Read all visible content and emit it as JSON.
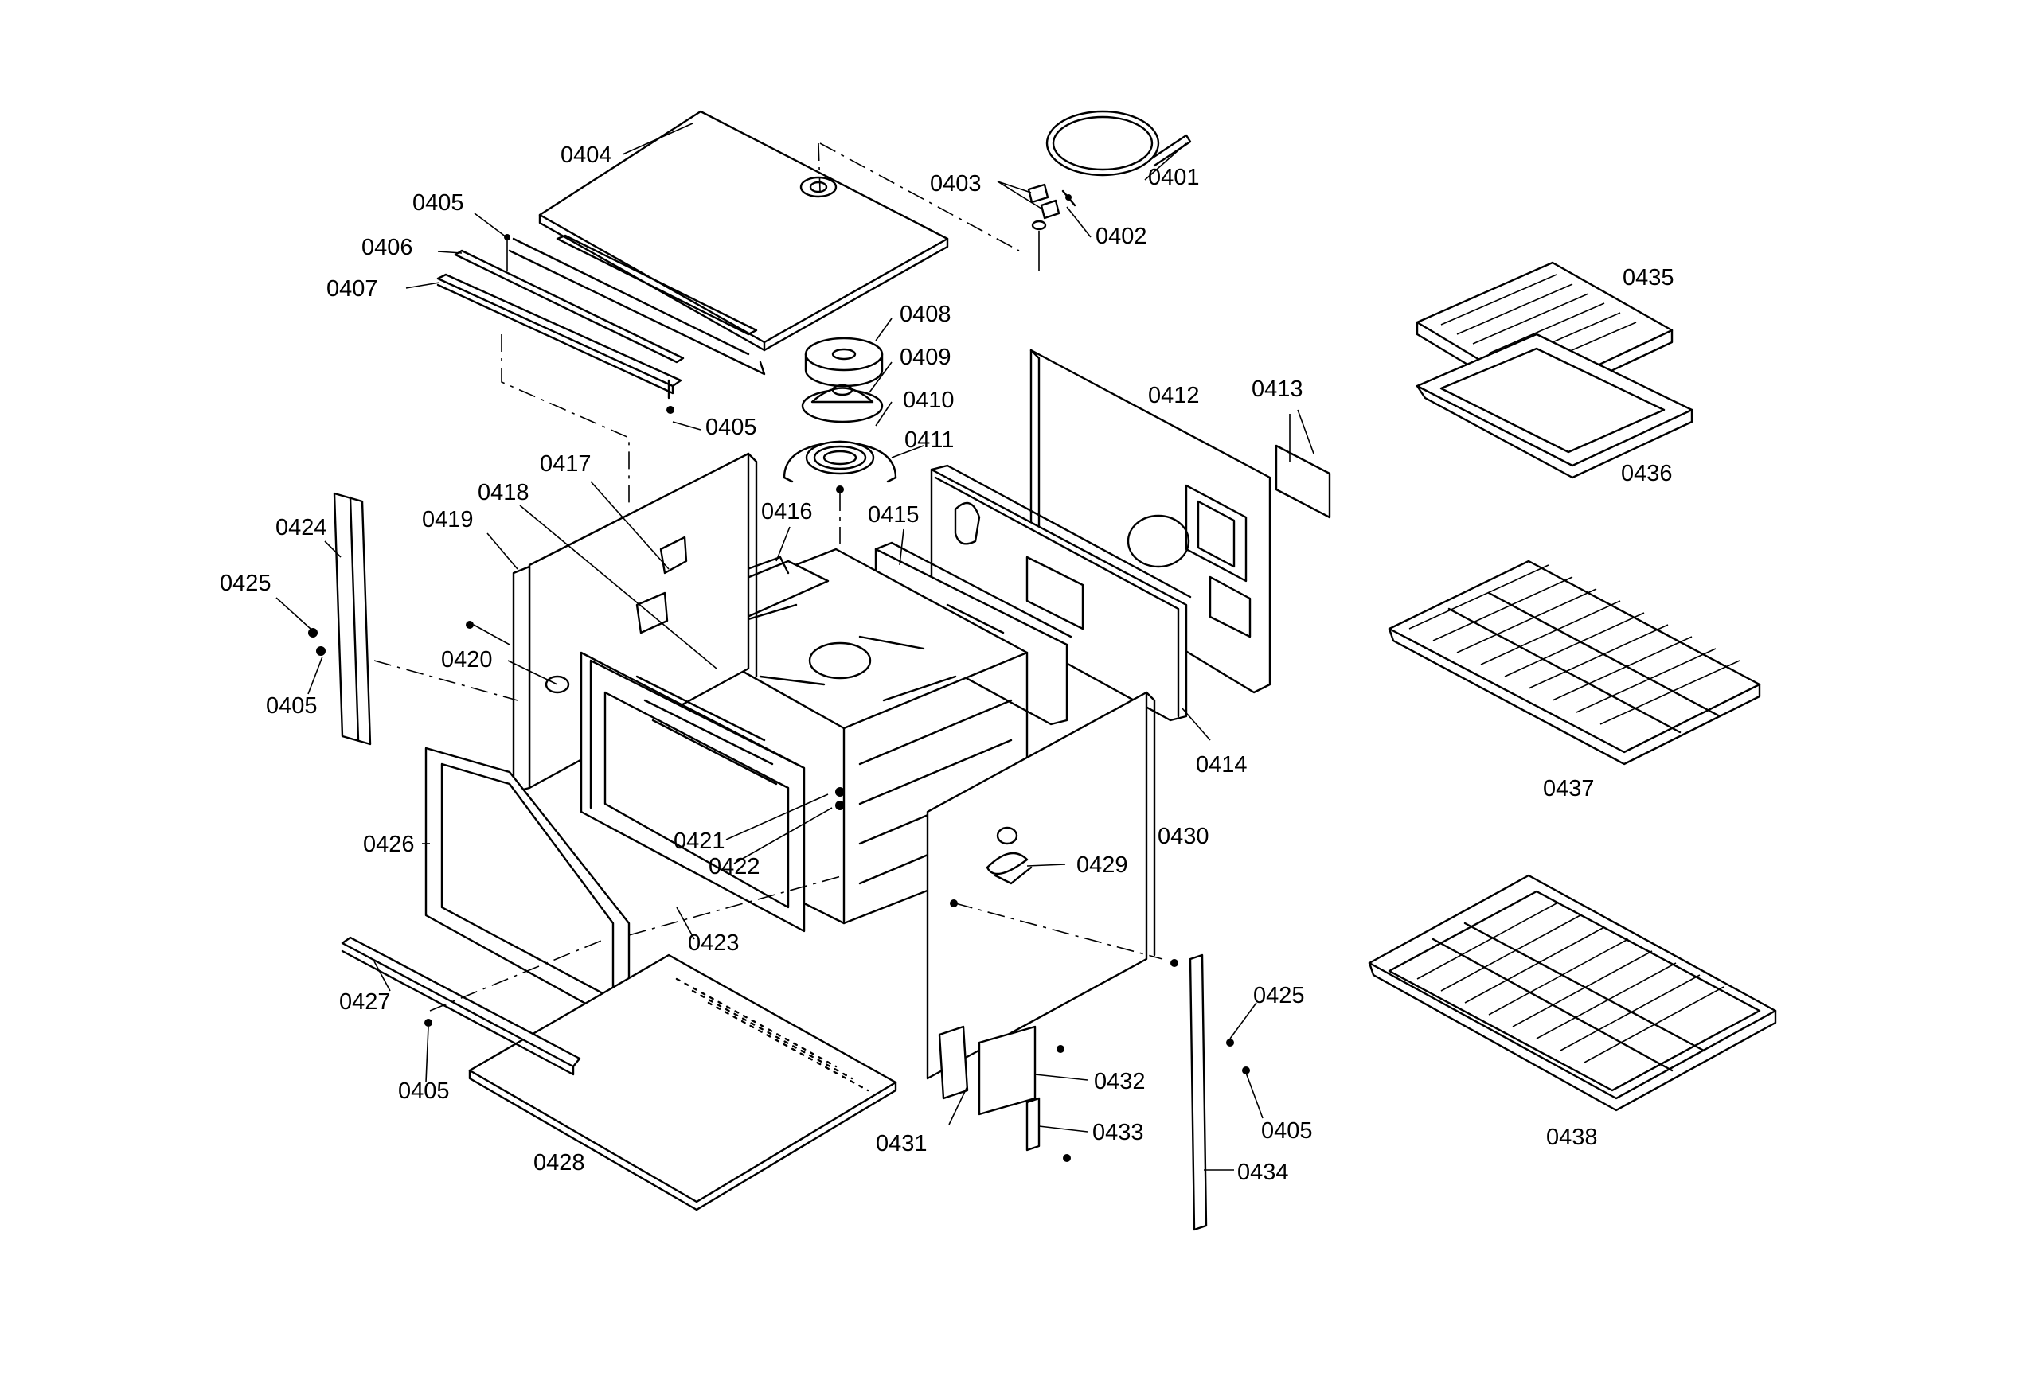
{
  "diagram": {
    "callouts": [
      {
        "id": "c0401",
        "label": "0401"
      },
      {
        "id": "c0402",
        "label": "0402"
      },
      {
        "id": "c0403",
        "label": "0403"
      },
      {
        "id": "c0404",
        "label": "0404"
      },
      {
        "id": "c0405a",
        "label": "0405"
      },
      {
        "id": "c0406",
        "label": "0406"
      },
      {
        "id": "c0407",
        "label": "0407"
      },
      {
        "id": "c0405b",
        "label": "0405"
      },
      {
        "id": "c0408",
        "label": "0408"
      },
      {
        "id": "c0409",
        "label": "0409"
      },
      {
        "id": "c0410",
        "label": "0410"
      },
      {
        "id": "c0411",
        "label": "0411"
      },
      {
        "id": "c0412",
        "label": "0412"
      },
      {
        "id": "c0413",
        "label": "0413"
      },
      {
        "id": "c0414",
        "label": "0414"
      },
      {
        "id": "c0415",
        "label": "0415"
      },
      {
        "id": "c0416",
        "label": "0416"
      },
      {
        "id": "c0417",
        "label": "0417"
      },
      {
        "id": "c0418",
        "label": "0418"
      },
      {
        "id": "c0419",
        "label": "0419"
      },
      {
        "id": "c0420",
        "label": "0420"
      },
      {
        "id": "c0421",
        "label": "0421"
      },
      {
        "id": "c0422",
        "label": "0422"
      },
      {
        "id": "c0423",
        "label": "0423"
      },
      {
        "id": "c0424",
        "label": "0424"
      },
      {
        "id": "c0425a",
        "label": "0425"
      },
      {
        "id": "c0405c",
        "label": "0405"
      },
      {
        "id": "c0426",
        "label": "0426"
      },
      {
        "id": "c0427",
        "label": "0427"
      },
      {
        "id": "c0405d",
        "label": "0405"
      },
      {
        "id": "c0428",
        "label": "0428"
      },
      {
        "id": "c0429",
        "label": "0429"
      },
      {
        "id": "c0430",
        "label": "0430"
      },
      {
        "id": "c0431",
        "label": "0431"
      },
      {
        "id": "c0432",
        "label": "0432"
      },
      {
        "id": "c0433",
        "label": "0433"
      },
      {
        "id": "c0434",
        "label": "0434"
      },
      {
        "id": "c0425b",
        "label": "0425"
      },
      {
        "id": "c0405e",
        "label": "0405"
      },
      {
        "id": "c0435",
        "label": "0435"
      },
      {
        "id": "c0436",
        "label": "0436"
      },
      {
        "id": "c0437",
        "label": "0437"
      },
      {
        "id": "c0438",
        "label": "0438"
      }
    ]
  }
}
